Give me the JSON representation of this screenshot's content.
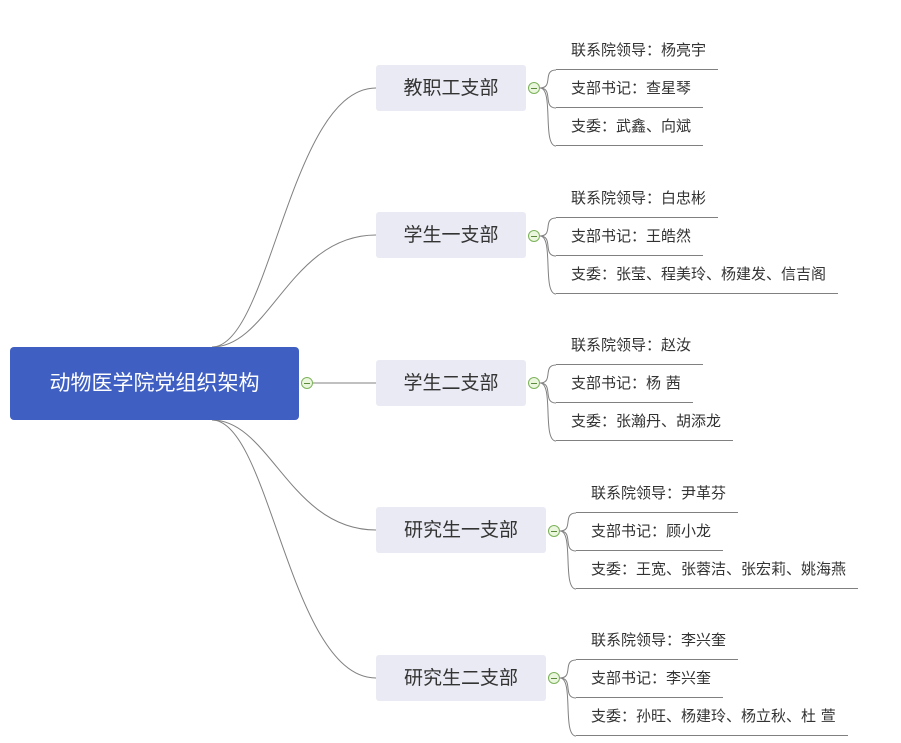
{
  "root": {
    "label": "动物医学院党组织架构"
  },
  "branches": [
    {
      "label": "教职工支部",
      "items": [
        "联系院领导：杨亮宇",
        "支部书记：查星琴",
        "支委：武鑫、向斌"
      ]
    },
    {
      "label": "学生一支部",
      "items": [
        "联系院领导：白忠彬",
        "支部书记：王皓然",
        "支委：张莹、程美玲、杨建发、信吉阁"
      ]
    },
    {
      "label": "学生二支部",
      "items": [
        "联系院领导：赵汝",
        "支部书记：杨 茜",
        "支委：张瀚丹、胡添龙"
      ]
    },
    {
      "label": "研究生一支部",
      "items": [
        "联系院领导：尹革芬",
        "支部书记：顾小龙",
        "支委：王宽、张蓉洁、张宏莉、姚海燕"
      ]
    },
    {
      "label": "研究生二支部",
      "items": [
        "联系院领导：李兴奎",
        "支部书记：李兴奎",
        "支委：孙旺、杨建玲、杨立秋、杜 萱"
      ]
    }
  ]
}
